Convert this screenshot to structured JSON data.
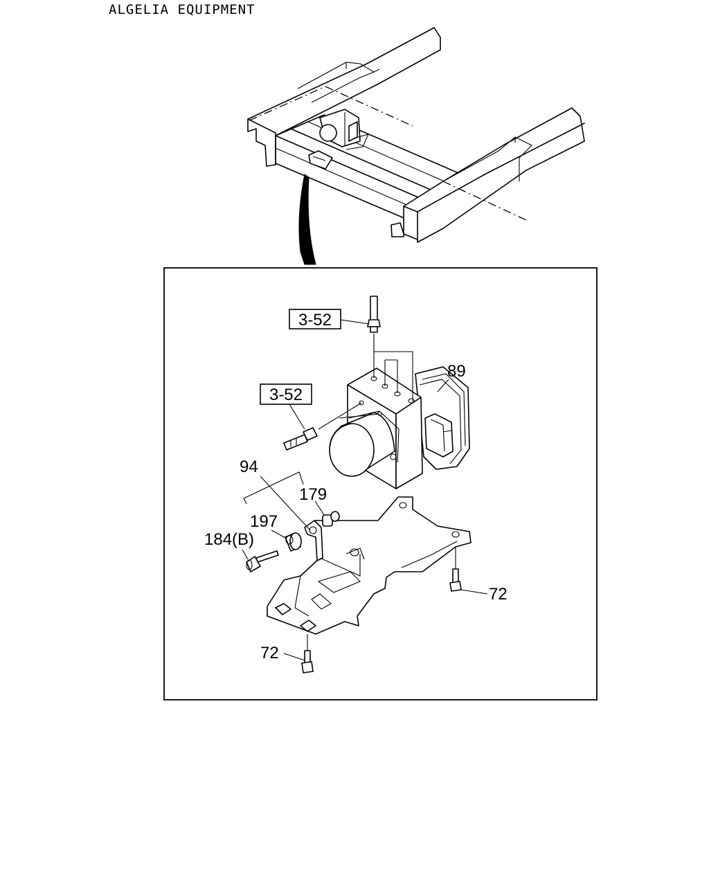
{
  "title": "ALGELIA EQUIPMENT",
  "callouts": {
    "ref_upper": "3-52",
    "ref_lower": "3-52",
    "part_89": "89",
    "part_94": "94",
    "part_179": "179",
    "part_197": "197",
    "part_184": "184(B)",
    "part_72_right": "72",
    "part_72_left": "72"
  }
}
